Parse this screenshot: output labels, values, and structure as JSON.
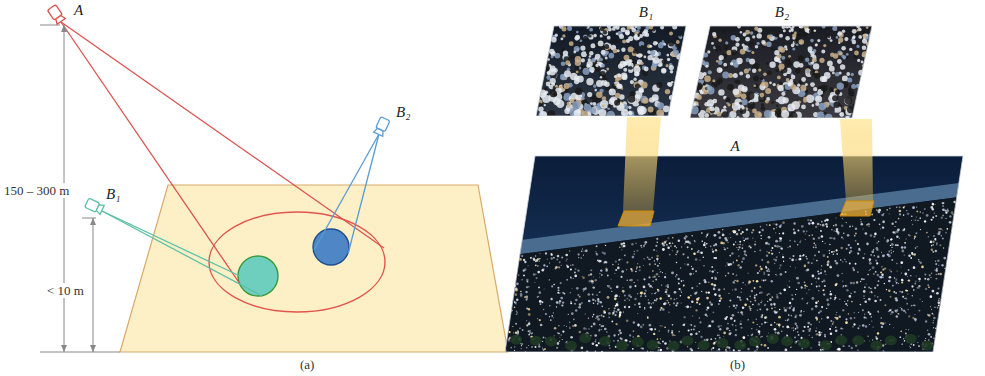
{
  "diagram": {
    "nodes": [
      {
        "text": [
          "A"
        ]
      },
      {
        "text": [
          "B₁"
        ]
      },
      {
        "text": [
          "B₂"
        ]
      },
      {
        "text": [
          "B₁"
        ]
      },
      {
        "text": [
          "B₂"
        ]
      },
      {
        "text": [
          "A"
        ]
      }
    ],
    "labels": [
      "150 – 300 m",
      "< 10 m",
      "(a)",
      "(b)"
    ]
  }
}
